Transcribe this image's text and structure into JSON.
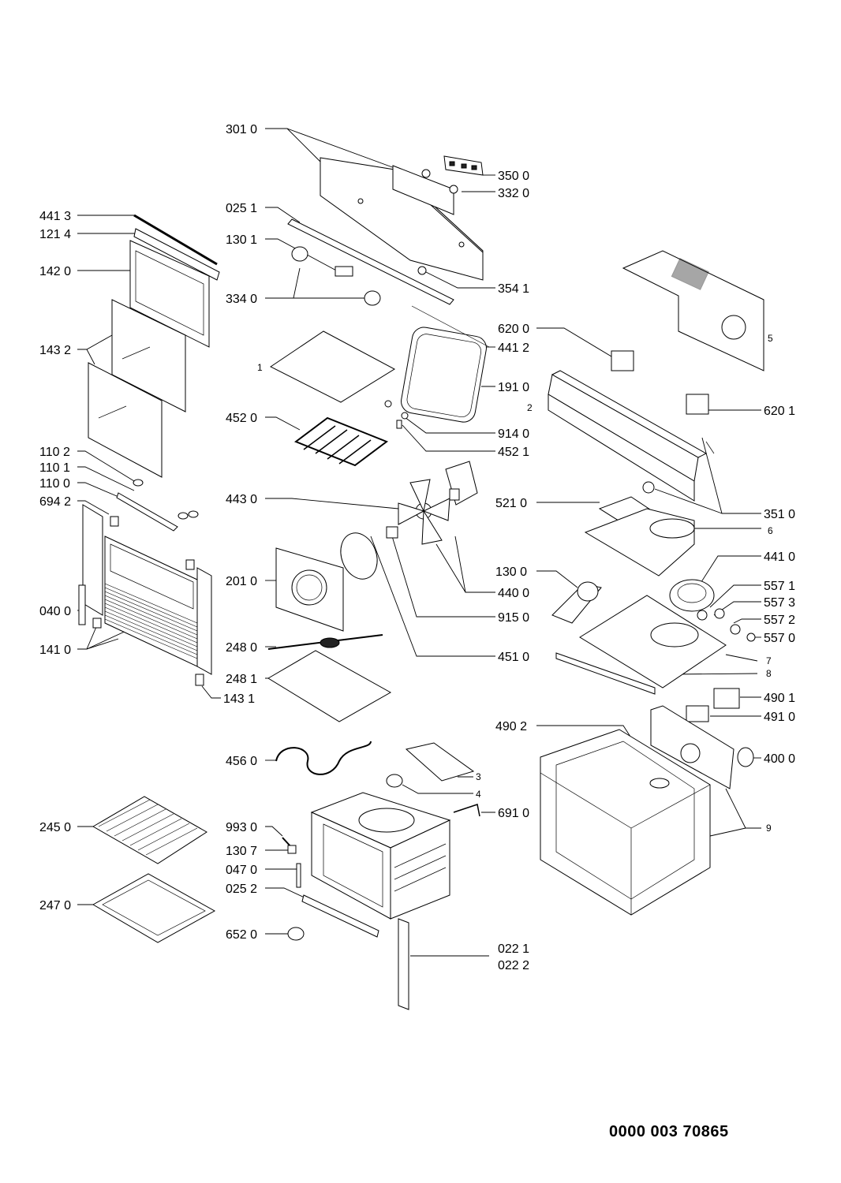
{
  "drawing_number": "0000 003 70865",
  "labels": {
    "l3010": "301 0",
    "l3500": "350 0",
    "l3320": "332 0",
    "l0251": "025 1",
    "l4413": "441 3",
    "l1214": "121 4",
    "l1301": "130 1",
    "l1420": "142 0",
    "l3541": "354 1",
    "l3340": "334 0",
    "l6200": "620 0",
    "l4412": "441 2",
    "l1432": "143 2",
    "l1910": "191 0",
    "l6201": "620 1",
    "l4520": "452 0",
    "l9140": "914 0",
    "l4521": "452 1",
    "l1102": "110 2",
    "l1101": "110 1",
    "l1100": "110 0",
    "l6942": "694 2",
    "l4430": "443 0",
    "l5210": "521 0",
    "l3510": "351 0",
    "l4410": "441 0",
    "l2010": "201 0",
    "l1300": "130 0",
    "l5571": "557 1",
    "l4400": "440 0",
    "l5573": "557 3",
    "l0400": "040 0",
    "l9150": "915 0",
    "l5572": "557 2",
    "l5570": "557 0",
    "l1410": "141 0",
    "l2480": "248 0",
    "l4510": "451 0",
    "l2481": "248 1",
    "l1431": "143 1",
    "l4901": "490 1",
    "l4910": "491 0",
    "l4902": "490 2",
    "l4560": "456 0",
    "l4000": "400 0",
    "l2450": "245 0",
    "l9930": "993 0",
    "l6910": "691 0",
    "l1307": "130 7",
    "l0470": "047 0",
    "l0252": "025 2",
    "l2470": "247 0",
    "l6520": "652 0",
    "l0221": "022 1",
    "l0222": "022 2",
    "n1": "1",
    "n2": "2",
    "n3": "3",
    "n4": "4",
    "n5": "5",
    "n6": "6",
    "n7": "7",
    "n8": "8",
    "n9": "9"
  }
}
